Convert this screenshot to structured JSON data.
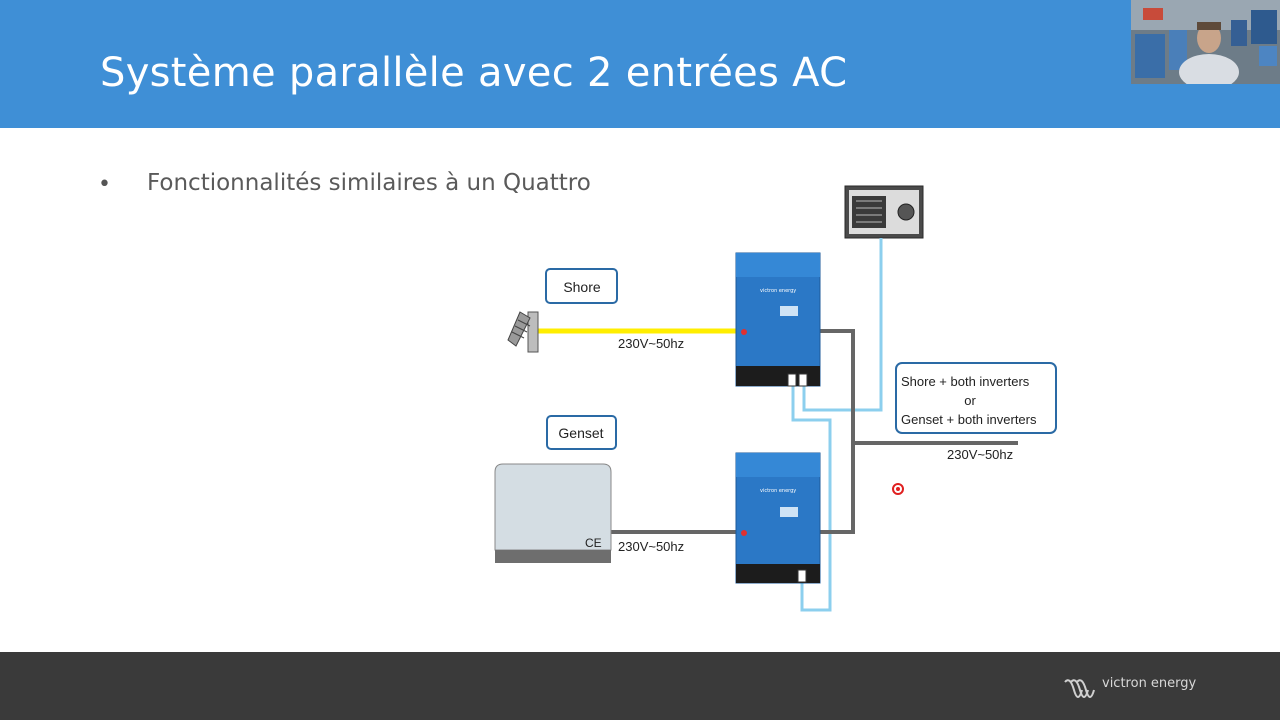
{
  "slide": {
    "title": "Système parallèle avec 2 entrées AC",
    "bullet": "Fonctionnalités similaires à un Quattro"
  },
  "diagram": {
    "shore_label": "Shore",
    "genset_label": "Genset",
    "shore_voltage": "230V~50hz",
    "genset_voltage": "230V~50hz",
    "output_voltage": "230V~50hz",
    "callout_line1": "Shore + both inverters",
    "callout_line2": "or",
    "callout_line3": "Genset + both inverters",
    "genset_mark": "CE",
    "inverter_brand": "victron energy"
  },
  "footer": {
    "logo_text": "victron energy"
  },
  "colors": {
    "title_bar": "#3f8fd6",
    "footer": "#3a3a3a",
    "inverter": "#2b78c6",
    "shore_cable": "#ffee00",
    "ac_cable": "#666666",
    "comm_cable": "#8ccfee",
    "label_border": "#2a6aa5"
  }
}
